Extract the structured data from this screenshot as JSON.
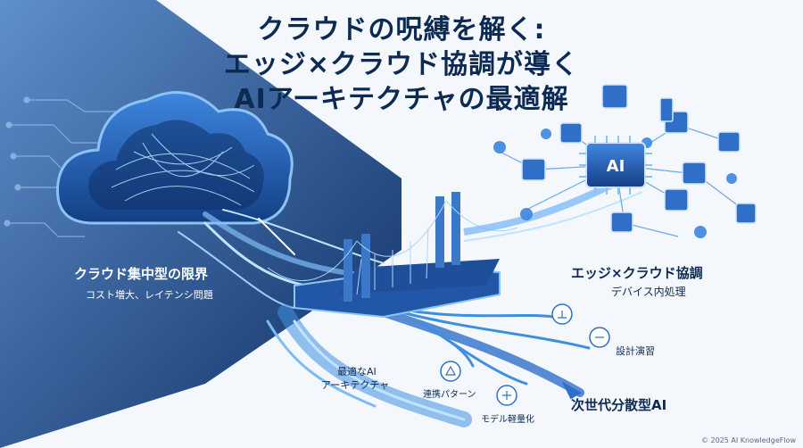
{
  "title": {
    "line1": "クラウドの呪縛を解く:",
    "line2": "エッジ×クラウド協調が導く",
    "line3": "AIアーキテクチャの最適解"
  },
  "left_panel": {
    "heading": "クラウド集中型の限界",
    "subtext": "コスト増大、レイテンシ問題"
  },
  "right_panel": {
    "heading": "エッジ×クラウド協調",
    "subtext": "デバイス内処理"
  },
  "bridge": {
    "label_line1": "最適なAI",
    "label_line2": "アーキテクチャ"
  },
  "chip_label": "AI",
  "branches": {
    "pattern": "連携パターン",
    "model": "モデル軽量化",
    "design": "設計演習",
    "future": "次世代分散型AI"
  },
  "footer": "© 2025 AI KnowledgeFlow",
  "colors": {
    "primary": "#1f5fb5",
    "dark": "#0d2a52",
    "accent": "#4aa3f0"
  }
}
